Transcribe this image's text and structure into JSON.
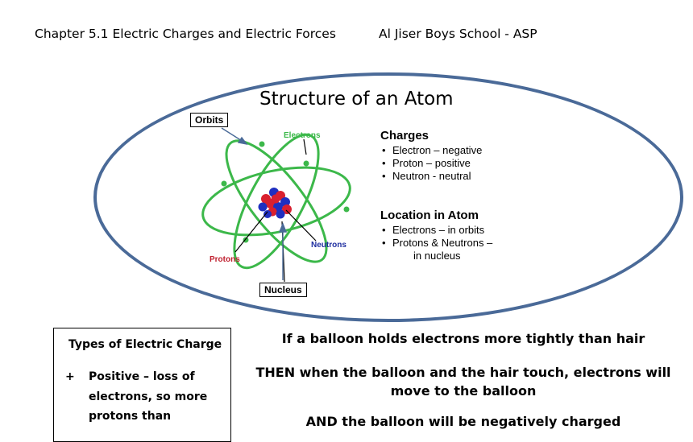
{
  "header": {
    "left": "Chapter 5.1 Electric Charges and Electric Forces",
    "right": "Al Jiser Boys School - ASP"
  },
  "atom": {
    "title": "Structure of an Atom",
    "labels": {
      "orbits": "Orbits",
      "electrons": "Electrons",
      "protons": "Protons",
      "neutrons": "Neutrons",
      "nucleus": "Nucleus"
    }
  },
  "charges": {
    "heading": "Charges",
    "items": [
      "Electron – negative",
      "Proton – positive",
      "Neutron - neutral"
    ]
  },
  "location": {
    "heading": "Location in Atom",
    "items": [
      "Electrons – in orbits",
      "Protons & Neutrons –",
      "in nucleus"
    ]
  },
  "types": {
    "title": "Types of Electric Charge",
    "bullet": "+",
    "text": "Positive – loss of electrons, so more protons than"
  },
  "balloon": {
    "line1": "If a balloon holds electrons more tightly than hair",
    "line2": "THEN when the balloon and the hair touch, electrons will move to the balloon",
    "line3": "AND the balloon will be negatively charged"
  },
  "colors": {
    "ellipse_border": "#4a6a98",
    "orbit_green": "#3cb84a",
    "proton_red": "#d9202f",
    "neutron_blue": "#1f2fc0"
  }
}
